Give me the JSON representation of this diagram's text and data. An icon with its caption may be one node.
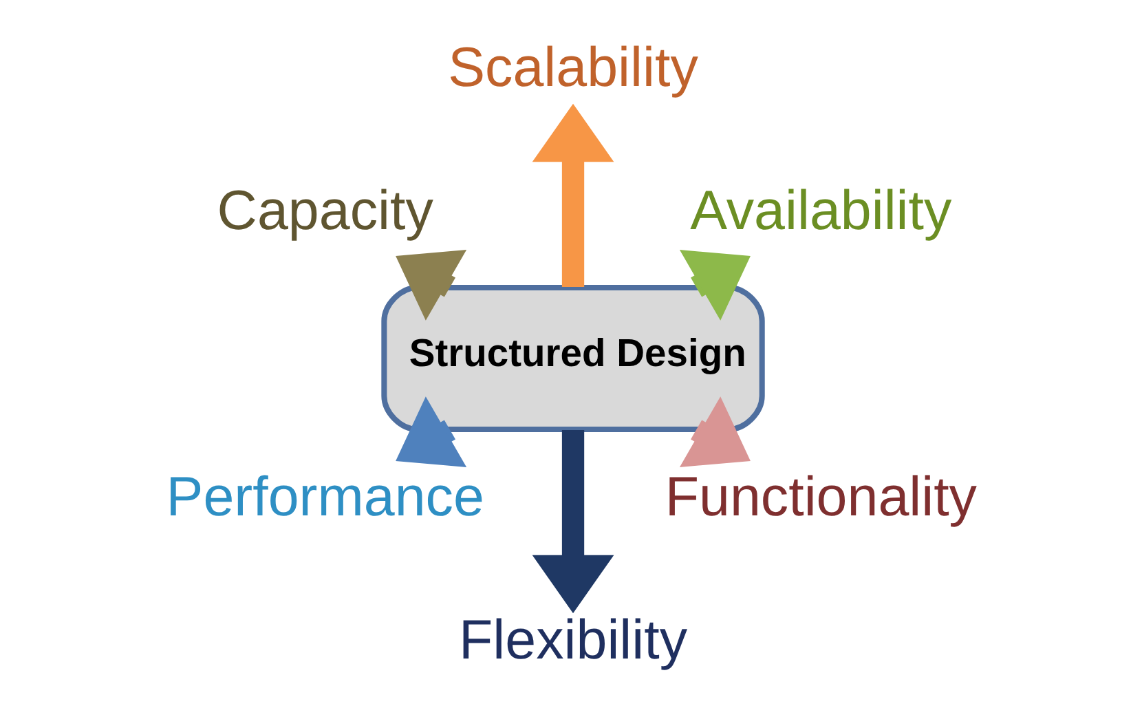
{
  "diagram": {
    "nodes": [
      {
        "text": [
          "Structured Design"
        ]
      },
      {
        "text": [
          "Availability"
        ]
      },
      {
        "text": [
          "Scalability"
        ]
      },
      {
        "text": [
          "Capacity"
        ]
      },
      {
        "text": [
          "Performance"
        ]
      },
      {
        "text": [
          "Flexibility"
        ]
      },
      {
        "text": [
          "Functionality"
        ]
      }
    ],
    "edges": [
      {
        "from": 0,
        "to": 1,
        "arrow": "to",
        "color": "#8db94a"
      },
      {
        "from": 0,
        "to": 2,
        "arrow": "to",
        "color": "#f79646"
      },
      {
        "from": 0,
        "to": 3,
        "arrow": "to",
        "color": "#8c8050"
      },
      {
        "from": 0,
        "to": 4,
        "arrow": "to",
        "color": "#4f81bd"
      },
      {
        "from": 0,
        "to": 5,
        "arrow": "to",
        "color": "#1f3864"
      },
      {
        "from": 0,
        "to": 6,
        "arrow": "to",
        "color": "#d99594"
      }
    ]
  }
}
